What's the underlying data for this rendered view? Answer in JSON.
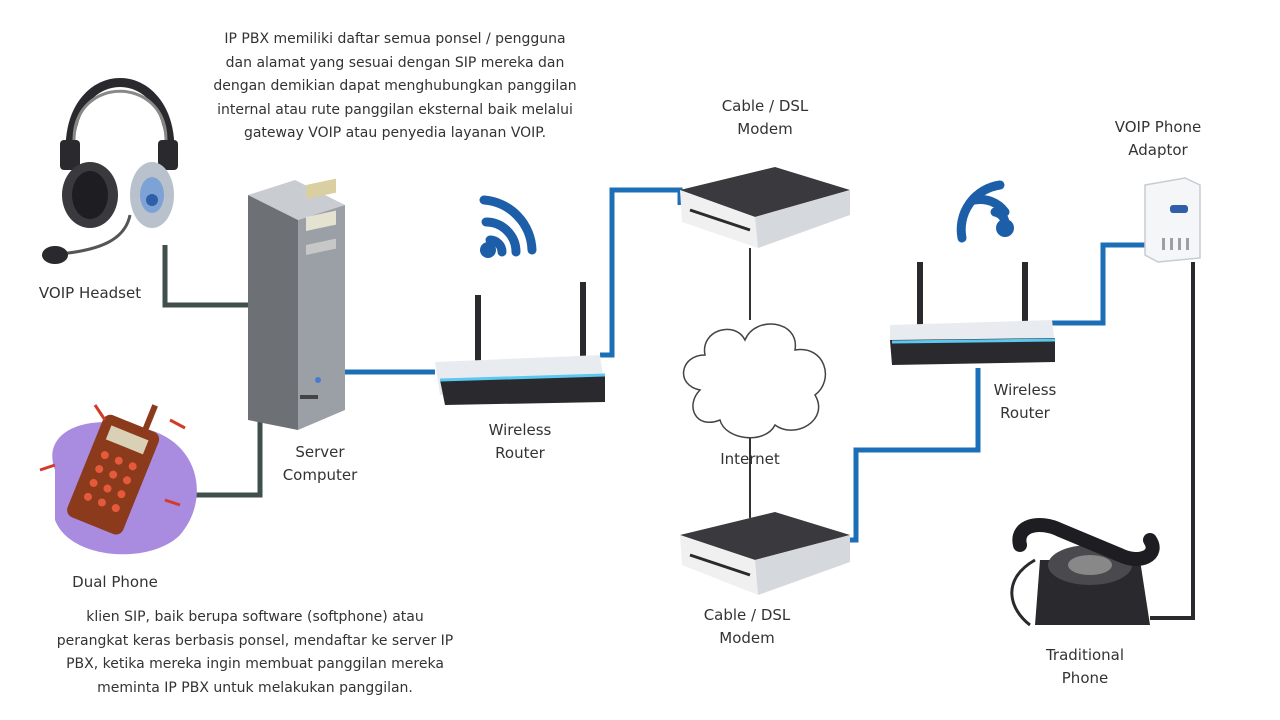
{
  "colors": {
    "link": "#1c6fb6",
    "cable": "#3f4f4c",
    "wifi": "#1c5fa8",
    "device_dark": "#2a2a2e",
    "phone_purple": "#a98be0"
  },
  "paragraph_top": {
    "lines": [
      "IP PBX memiliki daftar semua ponsel / pengguna",
      "dan alamat yang sesuai dengan SIP mereka dan",
      "dengan demikian dapat menghubungkan panggilan",
      "internal atau rute panggilan eksternal baik melalui",
      "gateway VOIP atau penyedia layanan VOIP."
    ]
  },
  "paragraph_bottom": {
    "lines": [
      "klien SIP, baik berupa software (softphone) atau",
      "perangkat keras berbasis ponsel, mendaftar ke server IP",
      "PBX, ketika mereka ingin membuat panggilan mereka",
      "meminta IP PBX untuk melakukan panggilan."
    ]
  },
  "nodes": {
    "headset": {
      "icon": "headset-icon",
      "label": "VOIP Headset"
    },
    "server": {
      "icon": "server-computer-icon",
      "label_line1": "Server",
      "label_line2": "Computer"
    },
    "dual_phone": {
      "icon": "dual-phone-icon",
      "label": "Dual Phone"
    },
    "router_left": {
      "icon": "wireless-router-icon",
      "label_line1": "Wireless",
      "label_line2": "Router"
    },
    "modem_top": {
      "icon": "modem-icon",
      "label_line1": "Cable / DSL",
      "label_line2": "Modem"
    },
    "internet": {
      "icon": "cloud-icon",
      "label": "Internet"
    },
    "modem_bottom": {
      "icon": "modem-icon",
      "label_line1": "Cable / DSL",
      "label_line2": "Modem"
    },
    "router_right": {
      "icon": "wireless-router-icon",
      "label_line1": "Wireless",
      "label_line2": "Router"
    },
    "adaptor": {
      "icon": "phone-adaptor-icon",
      "label_line1": "VOIP Phone",
      "label_line2": "Adaptor"
    },
    "traditional_phone": {
      "icon": "rotary-phone-icon",
      "label_line1": "Traditional",
      "label_line2": "Phone"
    }
  }
}
